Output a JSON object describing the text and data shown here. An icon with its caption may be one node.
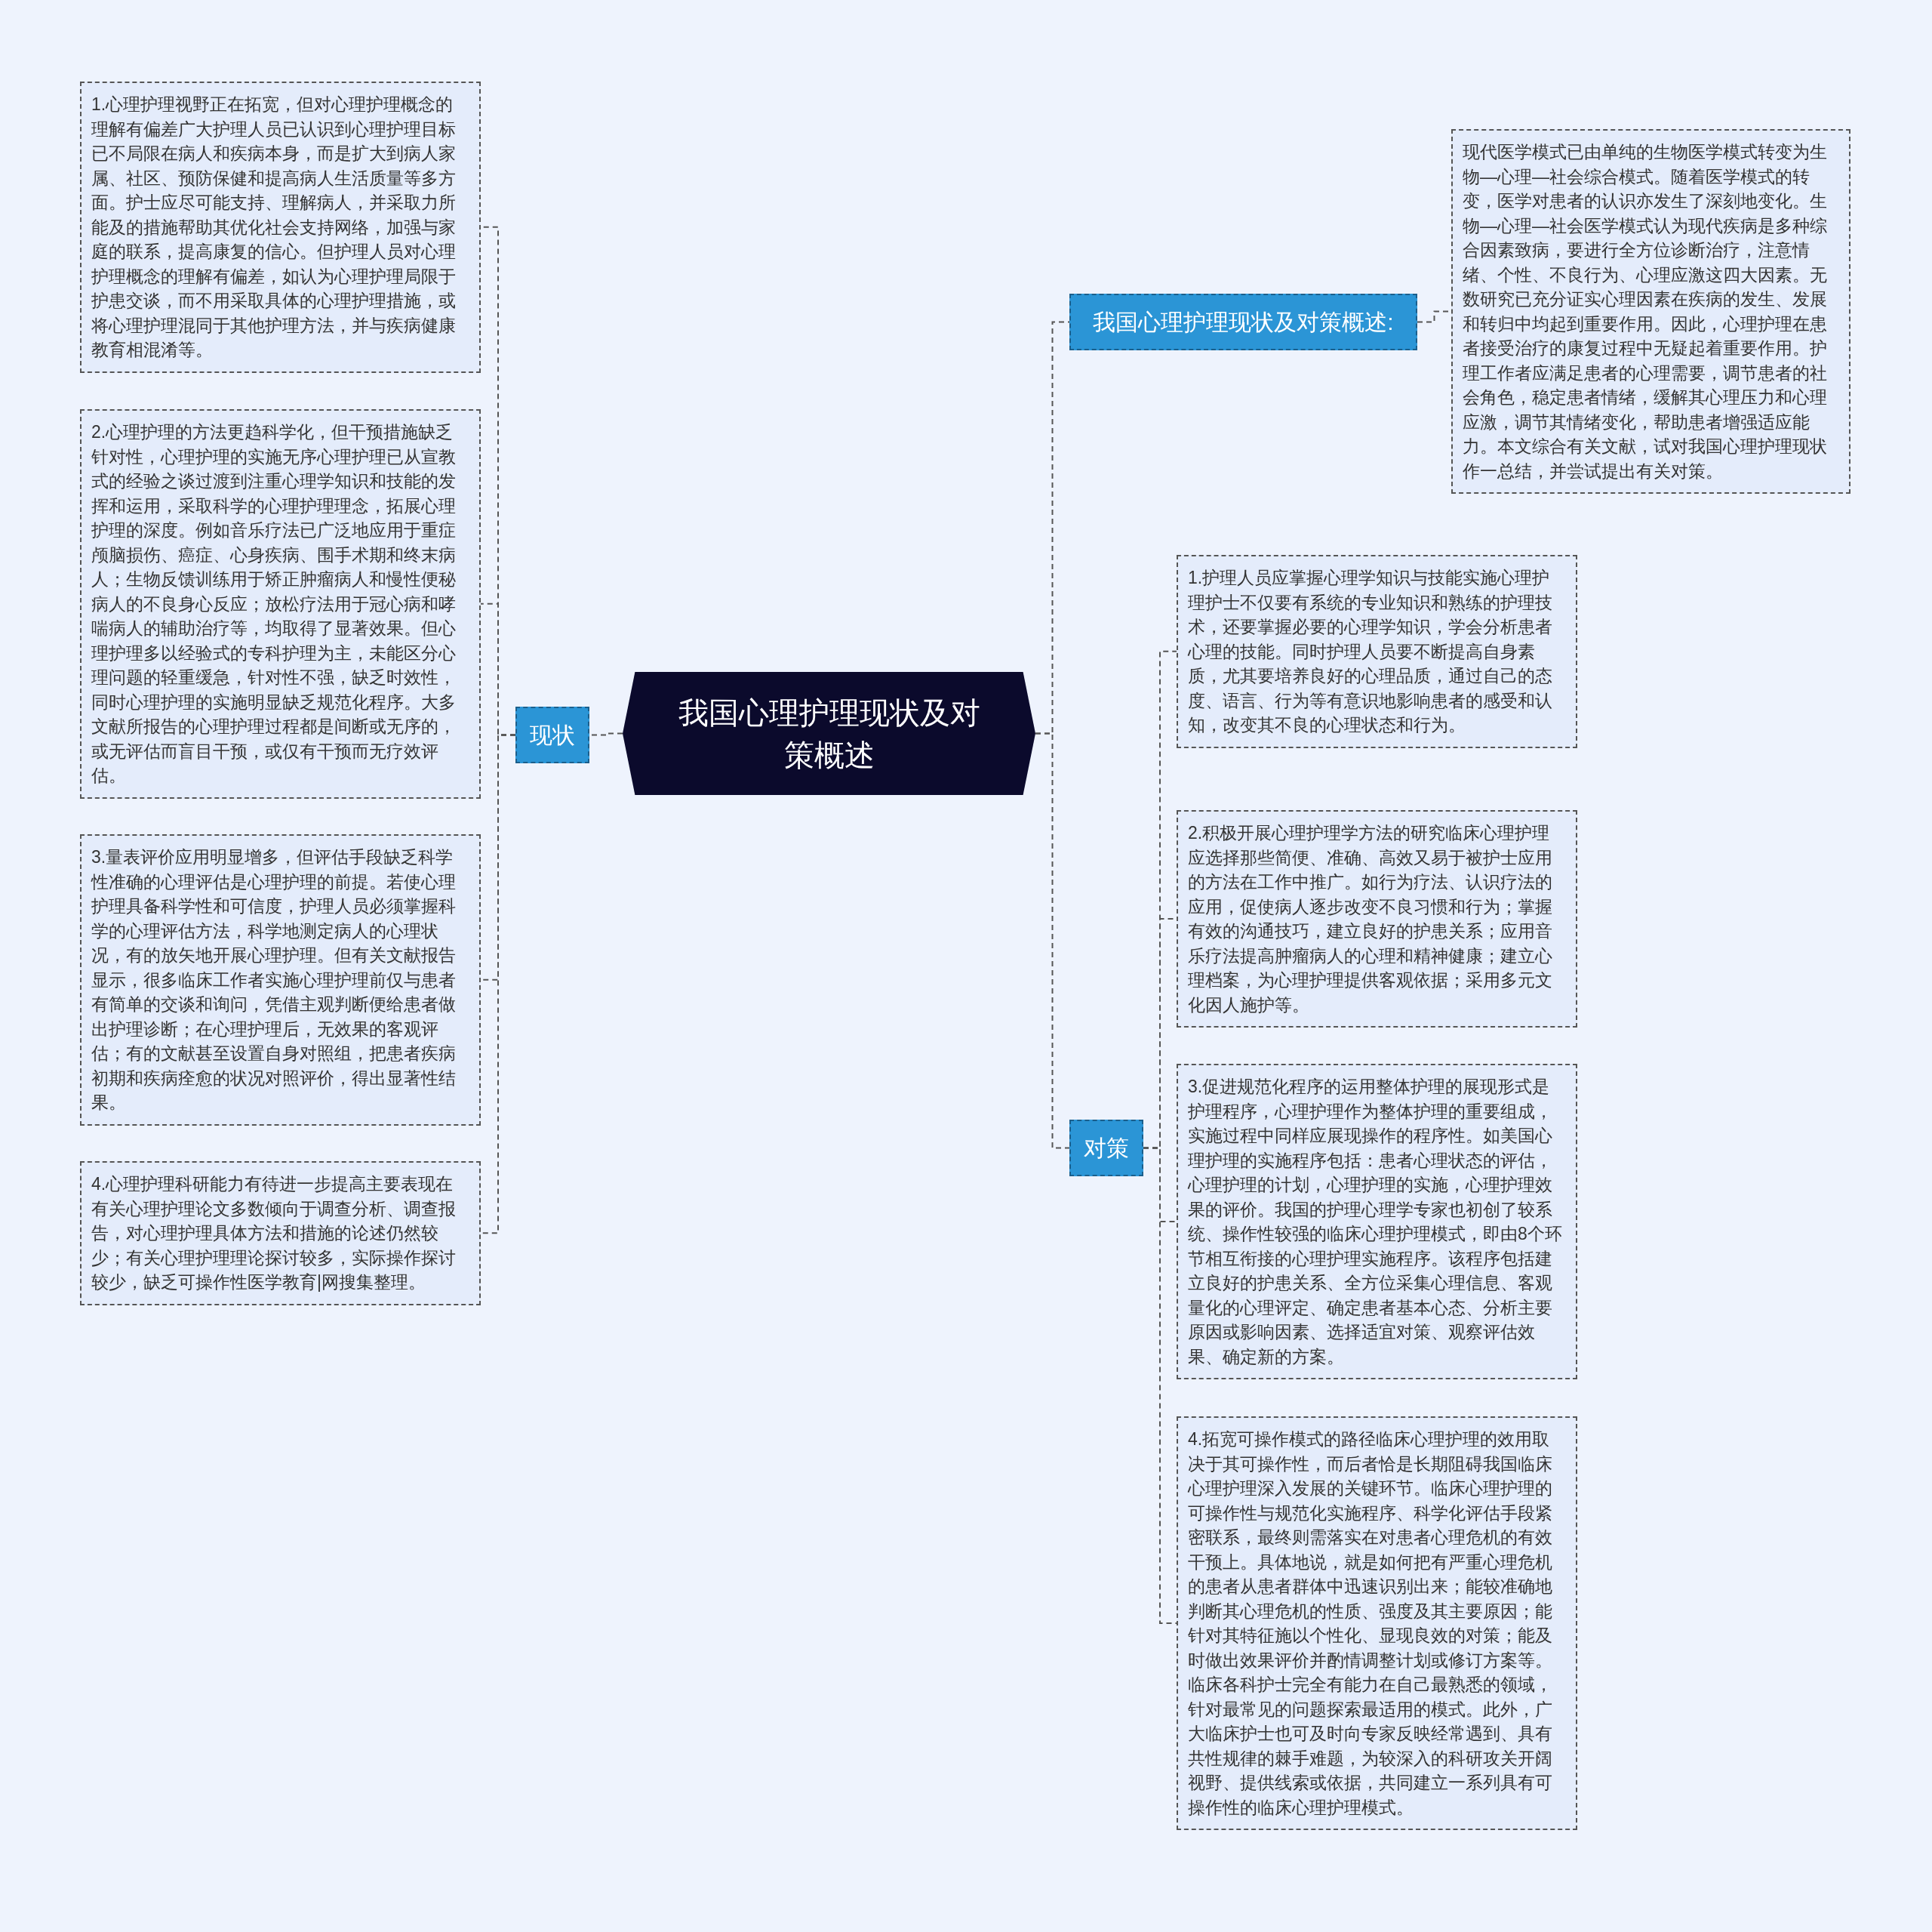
{
  "diagram": {
    "nodes": [
      {
        "text": [
          "我国心理护理现状及对策概述"
        ]
      },
      {
        "text": [
          "现状"
        ]
      },
      {
        "text": [
          "1.心理护理视野正在拓宽，但对心理护理概念的理解有偏差广大护理人员已认识到心理护理目标已不局限在病人和疾病本身，而是扩大到病人家属、社区、预防保健和提高病人生活质量等多方面。护士应尽可能支持、理解病人，并采取力所能及的措施帮助其优化社会支持网络，加强与家庭的联系，提高康复的信心。但护理人员对心理护理概念的理解有偏差，如认为心理护理局限于护患交谈，而不用采取具体的心理护理措施，或将心理护理混同于其他护理方法，并与疾病健康教育相混淆等。"
        ]
      },
      {
        "text": [
          "2.心理护理的方法更趋科学化，但干预措施缺乏针对性，心理护理的实施无序心理护理已从宣教式的经验之谈过渡到注重心理学知识和技能的发挥和运用，采取科学的心理护理理念，拓展心理护理的深度。例如音乐疗法已广泛地应用于重症颅脑损伤、癌症、心身疾病、围手术期和终末病人；生物反馈训练用于矫正肿瘤病人和慢性便秘病人的不良身心反应；放松疗法用于冠心病和哮喘病人的辅助治疗等，均取得了显著效果。但心理护理多以经验式的专科护理为主，未能区分心理问题的轻重缓急，针对性不强，缺乏时效性，同时心理护理的实施明显缺乏规范化程序。大多文献所报告的心理护理过程都是间断或无序的，或无评估而盲目干预，或仅有干预而无疗效评估。"
        ]
      },
      {
        "text": [
          "3.量表评价应用明显增多，但评估手段缺乏科学性准确的心理评估是心理护理的前提。若使心理护理具备科学性和可信度，护理人员必须掌握科学的心理评估方法，科学地测定病人的心理状况，有的放矢地开展心理护理。但有关文献报告显示，很多临床工作者实施心理护理前仅与患者有简单的交谈和询问，凭借主观判断便给患者做出护理诊断；在心理护理后，无效果的客观评估；有的文献甚至设置自身对照组，把患者疾病初期和疾病痊愈的状况对照评价，得出显著性结果。"
        ]
      },
      {
        "text": [
          "4.心理护理科研能力有待进一步提高主要表现在有关心理护理论文多数倾向于调查分析、调查报告，对心理护理具体方法和措施的论述仍然较少；有关心理护理理论探讨较多，实际操作探讨较少，缺乏可操作性医学教育|网搜集整理。"
        ]
      },
      {
        "text": [
          "对策"
        ]
      },
      {
        "text": [
          "我国心理护理现状及对策概述:"
        ]
      },
      {
        "text": [
          "现代医学模式已由单纯的生物医学模式转变为生物—心理—社会综合模式。随着医学模式的转变，医学对患者的认识亦发生了深刻地变化。生物—心理—社会医学模式认为现代疾病是多种综合因素致病，要进行全方位诊断治疗，注意情绪、个性、不良行为、心理应激这四大因素。无数研究已充分证实心理因素在疾病的发生、发展和转归中均起到重要作用。因此，心理护理在患者接受治疗的康复过程中无疑起着重要作用。护理工作者应满足患者的心理需要，调节患者的社会角色，稳定患者情绪，缓解其心理压力和心理应激，调节其情绪变化，帮助患者增强适应能力。本文综合有关文献，试对我国心理护理现状作一总结，并尝试提出有关对策。"
        ]
      },
      {
        "text": [
          "1.护理人员应掌握心理学知识与技能实施心理护理护士不仅要有系统的专业知识和熟练的护理技术，还要掌握必要的心理学知识，学会分析患者心理的技能。同时护理人员要不断提高自身素质，尤其要培养良好的心理品质，通过自己的态度、语言、行为等有意识地影响患者的感受和认知，改变其不良的心理状态和行为。"
        ]
      },
      {
        "text": [
          "2.积极开展心理护理学方法的研究临床心理护理应选择那些简便、准确、高效又易于被护士应用的方法在工作中推广。如行为疗法、认识疗法的应用，促使病人逐步改变不良习惯和行为；掌握有效的沟通技巧，建立良好的护患关系；应用音乐疗法提高肿瘤病人的心理和精神健康；建立心理档案，为心理护理提供客观依据；采用多元文化因人施护等。"
        ]
      },
      {
        "text": [
          "3.促进规范化程序的运用整体护理的展现形式是护理程序，心理护理作为整体护理的重要组成，实施过程中同样应展现操作的程序性。如美国心理护理的实施程序包括：患者心理状态的评估，心理护理的计划，心理护理的实施，心理护理效果的评价。我国的护理心理学专家也初创了较系统、操作性较强的临床心理护理模式，即由8个环节相互衔接的心理护理实施程序。该程序包括建立良好的护患关系、全方位采集心理信息、客观量化的心理评定、确定患者基本心态、分析主要原因或影响因素、选择适宜对策、观察评估效果、确定新的方案。"
        ]
      },
      {
        "text": [
          "4.拓宽可操作模式的路径临床心理护理的效用取决于其可操作性，而后者恰是长期阻碍我国临床心理护理深入发展的关键环节。临床心理护理的可操作性与规范化实施程序、科学化评估手段紧密联系，最终则需落实在对患者心理危机的有效干预上。具体地说，就是如何把有严重心理危机的患者从患者群体中迅速识别出来；能较准确地判断其心理危机的性质、强度及其主要原因；能针对其特征施以个性化、显现良效的对策；能及时做出效果评价并酌情调整计划或修订方案等。临床各科护士完全有能力在自己最熟悉的领域，针对最常见的问题探索最适用的模式。此外，广大临床护士也可及时向专家反映经常遇到、具有共性规律的棘手难题，为较深入的科研攻关开阔视野、提供线索或依据，共同建立一系列具有可操作性的临床心理护理模式。"
        ]
      }
    ],
    "edges": [
      {
        "from": 0,
        "to": 1,
        "arrow": "none",
        "style": "dashed"
      },
      {
        "from": 1,
        "to": 2,
        "arrow": "none",
        "style": "dashed"
      },
      {
        "from": 1,
        "to": 3,
        "arrow": "none",
        "style": "dashed"
      },
      {
        "from": 1,
        "to": 4,
        "arrow": "none",
        "style": "dashed"
      },
      {
        "from": 1,
        "to": 5,
        "arrow": "none",
        "style": "dashed"
      },
      {
        "from": 0,
        "to": 6,
        "arrow": "none",
        "style": "dashed"
      },
      {
        "from": 0,
        "to": 7,
        "arrow": "none",
        "style": "dashed"
      },
      {
        "from": 7,
        "to": 8,
        "arrow": "none",
        "style": "dashed"
      },
      {
        "from": 6,
        "to": 9,
        "arrow": "none",
        "style": "dashed"
      },
      {
        "from": 6,
        "to": 10,
        "arrow": "none",
        "style": "dashed"
      },
      {
        "from": 6,
        "to": 11,
        "arrow": "none",
        "style": "dashed"
      },
      {
        "from": 6,
        "to": 12,
        "arrow": "none",
        "style": "dashed"
      }
    ]
  }
}
